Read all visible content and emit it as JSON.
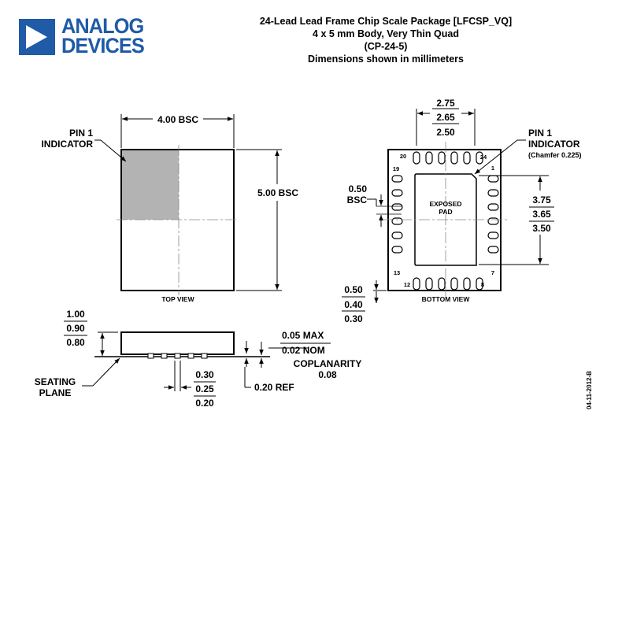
{
  "logo": {
    "line1": "ANALOG",
    "line2": "DEVICES",
    "color": "#1f5ba7"
  },
  "title": {
    "line1": "24-Lead Lead Frame Chip Scale Package [LFCSP_VQ]",
    "line2": "4 x 5 mm Body, Very Thin Quad",
    "line3": "(CP-24-5)",
    "line4": "Dimensions shown in millimeters"
  },
  "top_view": {
    "label": "TOP VIEW",
    "width_dim": "4.00 BSC",
    "height_dim": "5.00 BSC",
    "pin1_line1": "PIN 1",
    "pin1_line2": "INDICATOR",
    "indicator_color": "#b3b3b3"
  },
  "bottom_view": {
    "label": "BOTTOM VIEW",
    "pad_line1": "EXPOSED",
    "pad_line2": "PAD",
    "pad_width_max": "2.75",
    "pad_width_nom": "2.65",
    "pad_width_min": "2.50",
    "pad_height_max": "3.75",
    "pad_height_nom": "3.65",
    "pad_height_min": "3.50",
    "pitch_value": "0.50",
    "pitch_unit": "BSC",
    "lead_len_max": "0.50",
    "lead_len_nom": "0.40",
    "lead_len_min": "0.30",
    "pin1_line1": "PIN 1",
    "pin1_line2": "INDICATOR",
    "pin1_note": "(Chamfer 0.225)",
    "pin_numbers": {
      "p1": "1",
      "p7": "7",
      "p8": "8",
      "p12": "12",
      "p13": "13",
      "p19": "19",
      "p20": "20",
      "p24": "24"
    }
  },
  "side_view": {
    "height_max": "1.00",
    "height_nom": "0.90",
    "height_min": "0.80",
    "standoff_max": "0.05 MAX",
    "standoff_nom": "0.02 NOM",
    "coplanarity_label": "COPLANARITY",
    "coplanarity_value": "0.08",
    "lead_w_max": "0.30",
    "lead_w_nom": "0.25",
    "lead_w_min": "0.20",
    "ref": "0.20 REF",
    "seating_line1": "SEATING",
    "seating_line2": "PLANE"
  },
  "date_code": "04-11-2012-B"
}
